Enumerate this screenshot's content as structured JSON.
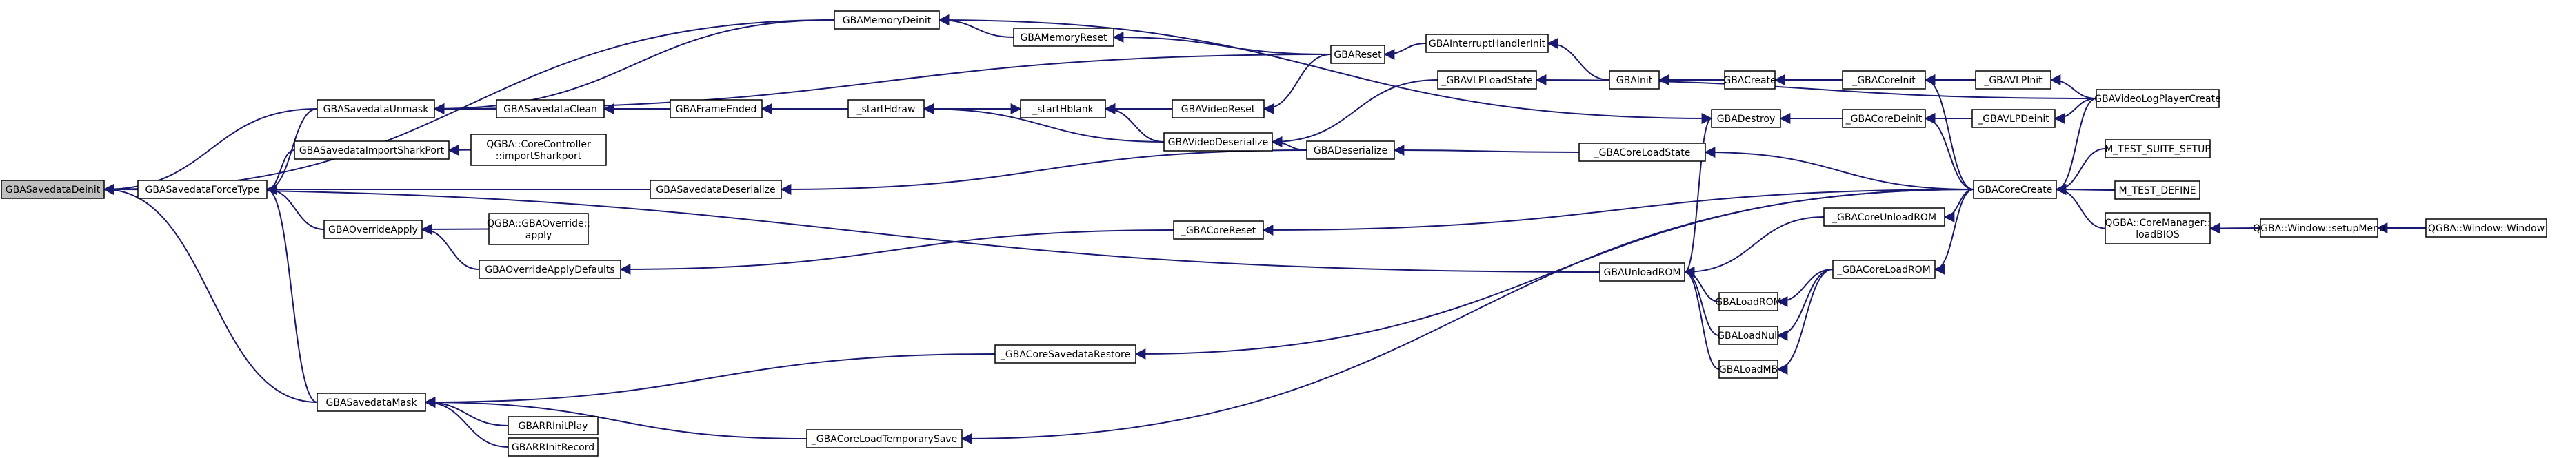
{
  "graph": {
    "colors": {
      "edge": "#191970",
      "node_border": "#000000",
      "node_fill": "#ffffff",
      "root_fill": "#bfbfbf"
    },
    "nodes": [
      {
        "id": "GBASavedataDeinit",
        "lines": [
          "GBASavedataDeinit"
        ]
      },
      {
        "id": "GBASavedataForceType",
        "lines": [
          "GBASavedataForceType"
        ]
      },
      {
        "id": "GBASavedataUnmask",
        "lines": [
          "GBASavedataUnmask"
        ]
      },
      {
        "id": "GBASavedataMask",
        "lines": [
          "GBASavedataMask"
        ]
      },
      {
        "id": "GBAMemoryDeinit",
        "lines": [
          "GBAMemoryDeinit"
        ]
      },
      {
        "id": "GBAMemoryReset",
        "lines": [
          "GBAMemoryReset"
        ]
      },
      {
        "id": "GBASavedataClean",
        "lines": [
          "GBASavedataClean"
        ]
      },
      {
        "id": "GBASavedataImportSharkPort",
        "lines": [
          "GBASavedataImportSharkPort"
        ]
      },
      {
        "id": "GBAOverrideApply",
        "lines": [
          "GBAOverrideApply"
        ]
      },
      {
        "id": "GBAOverrideApplyDefaults",
        "lines": [
          "GBAOverrideApplyDefaults"
        ]
      },
      {
        "id": "QGBA_CoreController_importSharkport",
        "lines": [
          "QGBA::CoreController",
          "::importSharkport"
        ]
      },
      {
        "id": "QGBA_GBAOverride_apply",
        "lines": [
          "QGBA::GBAOverride::",
          "apply"
        ]
      },
      {
        "id": "GBAFrameEnded",
        "lines": [
          "GBAFrameEnded"
        ]
      },
      {
        "id": "GBASavedataDeserialize",
        "lines": [
          "GBASavedataDeserialize"
        ]
      },
      {
        "id": "GBARRInitPlay",
        "lines": [
          "GBARRInitPlay"
        ]
      },
      {
        "id": "GBARRInitRecord",
        "lines": [
          "GBARRInitRecord"
        ]
      },
      {
        "id": "_startHdraw",
        "lines": [
          "_startHdraw"
        ]
      },
      {
        "id": "_startHblank",
        "lines": [
          "_startHblank"
        ]
      },
      {
        "id": "_GBACoreSavedataRestore",
        "lines": [
          "_GBACoreSavedataRestore"
        ]
      },
      {
        "id": "_GBACoreLoadTemporarySave",
        "lines": [
          "_GBACoreLoadTemporarySave"
        ]
      },
      {
        "id": "GBAVideoReset",
        "lines": [
          "GBAVideoReset"
        ]
      },
      {
        "id": "GBAVideoDeserialize",
        "lines": [
          "GBAVideoDeserialize"
        ]
      },
      {
        "id": "_GBACoreReset",
        "lines": [
          "_GBACoreReset"
        ]
      },
      {
        "id": "GBAReset",
        "lines": [
          "GBAReset"
        ]
      },
      {
        "id": "GBADeserialize",
        "lines": [
          "GBADeserialize"
        ]
      },
      {
        "id": "GBAInterruptHandlerInit",
        "lines": [
          "GBAInterruptHandlerInit"
        ]
      },
      {
        "id": "_GBAVLPLoadState",
        "lines": [
          "_GBAVLPLoadState"
        ]
      },
      {
        "id": "GBAUnloadROM",
        "lines": [
          "GBAUnloadROM"
        ]
      },
      {
        "id": "GBAInit",
        "lines": [
          "GBAInit"
        ]
      },
      {
        "id": "GBADestroy",
        "lines": [
          "GBADestroy"
        ]
      },
      {
        "id": "GBALoadROM",
        "lines": [
          "GBALoadROM"
        ]
      },
      {
        "id": "GBALoadNull",
        "lines": [
          "GBALoadNull"
        ]
      },
      {
        "id": "GBALoadMB",
        "lines": [
          "GBALoadMB"
        ]
      },
      {
        "id": "GBACreate",
        "lines": [
          "GBACreate"
        ]
      },
      {
        "id": "_GBACoreLoadState",
        "lines": [
          "_GBACoreLoadState"
        ]
      },
      {
        "id": "_GBACoreInit",
        "lines": [
          "_GBACoreInit"
        ]
      },
      {
        "id": "_GBACoreDeinit",
        "lines": [
          "_GBACoreDeinit"
        ]
      },
      {
        "id": "_GBACoreUnloadROM",
        "lines": [
          "_GBACoreUnloadROM"
        ]
      },
      {
        "id": "_GBACoreLoadROM",
        "lines": [
          "_GBACoreLoadROM"
        ]
      },
      {
        "id": "_GBAVLPInit",
        "lines": [
          "_GBAVLPInit"
        ]
      },
      {
        "id": "_GBAVLPDeinit",
        "lines": [
          "_GBAVLPDeinit"
        ]
      },
      {
        "id": "GBACoreCreate",
        "lines": [
          "GBACoreCreate"
        ]
      },
      {
        "id": "GBAVideoLogPlayerCreate",
        "lines": [
          "GBAVideoLogPlayerCreate"
        ]
      },
      {
        "id": "M_TEST_SUITE_SETUP",
        "lines": [
          "M_TEST_SUITE_SETUP"
        ]
      },
      {
        "id": "M_TEST_DEFINE",
        "lines": [
          "M_TEST_DEFINE"
        ]
      },
      {
        "id": "QGBA_CoreManager_loadBIOS",
        "lines": [
          "QGBA::CoreManager::",
          "loadBIOS"
        ]
      },
      {
        "id": "QGBA_Window_setupMenu",
        "lines": [
          "QGBA::Window::setupMenu"
        ]
      },
      {
        "id": "QGBA_Window_Window",
        "lines": [
          "QGBA::Window::Window"
        ]
      }
    ]
  }
}
